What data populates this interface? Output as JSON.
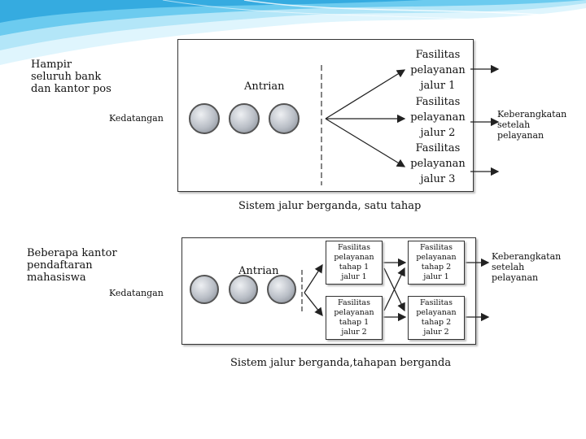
{
  "top_diagram": {
    "left_label": "Hampir\nseluruh bank\ndan kantor pos",
    "queue_label": "Antrian",
    "arrival_label": "Kedatangan",
    "facility_1": "Fasilitas\npelayanan\njalur 1",
    "facility_2": "Fasilitas\npelayanan\njalur 2",
    "facility_3": "Fasilitas\npelayanan\njalur 3",
    "departure_label": "Keberangkatan\nsetelah\npelayanan",
    "caption": "Sistem jalur berganda, satu tahap"
  },
  "bottom_diagram": {
    "left_label": "Beberapa kantor\npendaftaran\nmahasiswa",
    "queue_label": "Antrian",
    "arrival_label": "Kedatangan",
    "facility_s1_j1": "Fasilitas\npelayanan\ntahap 1\njalur 1",
    "facility_s2_j1": "Fasilitas\npelayanan\ntahap 2\njalur 1",
    "facility_s1_j2": "Fasilitas\npelayanan\ntahap 1\njalur 2",
    "facility_s2_j2": "Fasilitas\npelayanan\ntahap 2\njalur 2",
    "departure_label": "Keberangkatan\nsetelah\npelayanan",
    "caption": "Sistem jalur berganda,tahapan berganda"
  },
  "colors": {
    "wave_light": "#cfeffc",
    "wave_mid": "#7fd3f2",
    "wave_dark": "#3bb3e3"
  }
}
